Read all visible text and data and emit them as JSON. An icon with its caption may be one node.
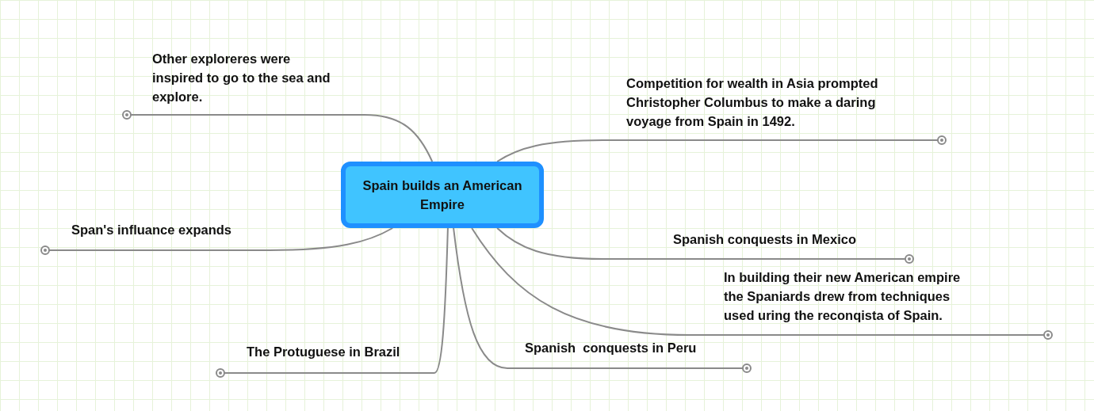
{
  "diagram": {
    "nodes": [
      {
        "text": [
          "Spain builds an American Empire"
        ]
      },
      {
        "text": [
          "Other exploreres were inspired to go to the sea and explore."
        ]
      },
      {
        "text": [
          "Competition for wealth in Asia prompted Christopher Columbus to make a daring voyage from Spain in 1492."
        ]
      },
      {
        "text": [
          "Span's influance expands"
        ]
      },
      {
        "text": [
          "Spanish conquests in Mexico"
        ]
      },
      {
        "text": [
          "In building their new American empire the Spaniards drew from techniques used uring the reconqista of Spain."
        ]
      },
      {
        "text": [
          "Spanish  conquests in Peru"
        ]
      },
      {
        "text": [
          "The Protuguese in Brazil"
        ]
      }
    ],
    "edges": [
      {
        "from": 0,
        "to": 1,
        "arrow": "none"
      },
      {
        "from": 0,
        "to": 2,
        "arrow": "none"
      },
      {
        "from": 0,
        "to": 3,
        "arrow": "none"
      },
      {
        "from": 0,
        "to": 4,
        "arrow": "none"
      },
      {
        "from": 0,
        "to": 5,
        "arrow": "none"
      },
      {
        "from": 0,
        "to": 6,
        "arrow": "none"
      },
      {
        "from": 0,
        "to": 7,
        "arrow": "none"
      }
    ]
  }
}
